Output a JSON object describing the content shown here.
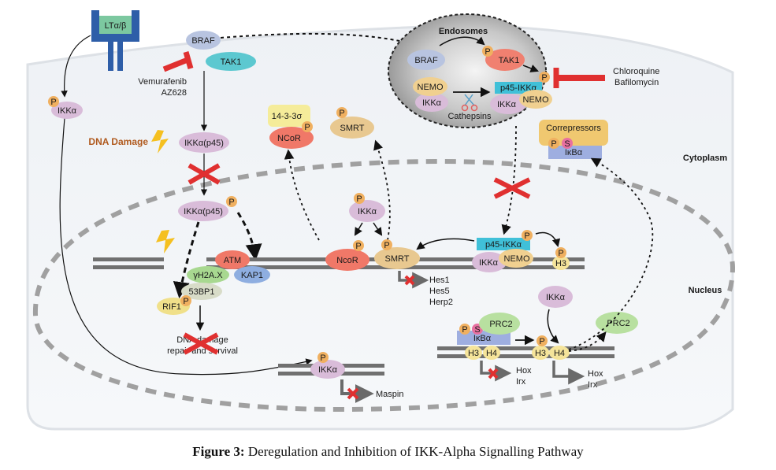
{
  "caption": {
    "prefix": "Figure 3:",
    "text": "Deregulation and Inhibition of IKK-Alpha Signalling Pathway"
  },
  "compartments": {
    "cytoplasm": "Cytoplasm",
    "nucleus": "Nucleus",
    "endosomes": "Endosomes"
  },
  "receptor": {
    "label": "LTα/β"
  },
  "colors": {
    "ikka": "#d9bcd9",
    "braf": "#b8c4e0",
    "tak1": "#5cc8d0",
    "tak1_endo": "#f08070",
    "nemo": "#f0d090",
    "smrt": "#e8c890",
    "ncor": "#f07868",
    "phospho": "#f0b060",
    "sumo": "#e870a0",
    "prc2": "#b8e0a0",
    "h3h4": "#f5e49a",
    "ikba": "#9eaee0",
    "p45box": "#40c0d8",
    "inhibitor": "#e03030",
    "lightning": "#f5c020",
    "membrane_dash": "#a0a0a0",
    "dna": "#707070",
    "dna_damage_text": "#b05a1e"
  },
  "labels": {
    "vemurafenib": "Vemurafenib",
    "az628": "AZ628",
    "dna_damage": "DNA Damage",
    "chloroquine": "Chloroquine",
    "bafilomycin": "Bafilomycin",
    "cathepsins": "Cathepsins",
    "corepressors": "Correpressors",
    "dna_repair_1": "DNA damage",
    "dna_repair_2": "repair and survival",
    "hes1": "Hes1",
    "hes5": "Hes5",
    "herp2": "Herp2",
    "hox_a": "Hox",
    "irx_a": "Irx",
    "hox_b": "Hox",
    "irx_b": "Irx",
    "maspin": "Maspin"
  },
  "nodes": {
    "braf": "BRAF",
    "tak1": "TAK1",
    "ikka_cyto": "IKKα",
    "ikka_p45_cyto": "IKKα(p45)",
    "ikka_p45_nuc": "IKKα(p45)",
    "p": "P",
    "s": "S",
    "n14_3_3": "14-3-3σ",
    "ncor_cyto": "NCoR",
    "smrt_cyto": "SMRT",
    "endo_braf": "BRAF",
    "endo_tak1": "TAK1",
    "endo_nemo": "NEMO",
    "endo_ikka": "IKKα",
    "endo_p45": "p45-IKKα",
    "endo_ikka2": "IKKα",
    "endo_nemo2": "NEMO",
    "ikba_cyto": "IκBα",
    "atm": "ATM",
    "yh2ax": "γH2A.X",
    "kap1": "KAP1",
    "n53bp1": "53BP1",
    "rif1": "RIF1",
    "ikka_mid": "IKKα",
    "ncor_nuc": "NcoR",
    "smrt_nuc": "SMRT",
    "p45_nuc": "p45-IKKα",
    "ikka_nuc": "IKKα",
    "nemo_nuc": "NEMO",
    "h3": "H3",
    "h4": "H4",
    "ikka_right": "IKKα",
    "prc2_a": "PRC2",
    "prc2_b": "PRC2",
    "ikba_nuc": "IκBα",
    "ikka_maspin": "IKKα"
  }
}
